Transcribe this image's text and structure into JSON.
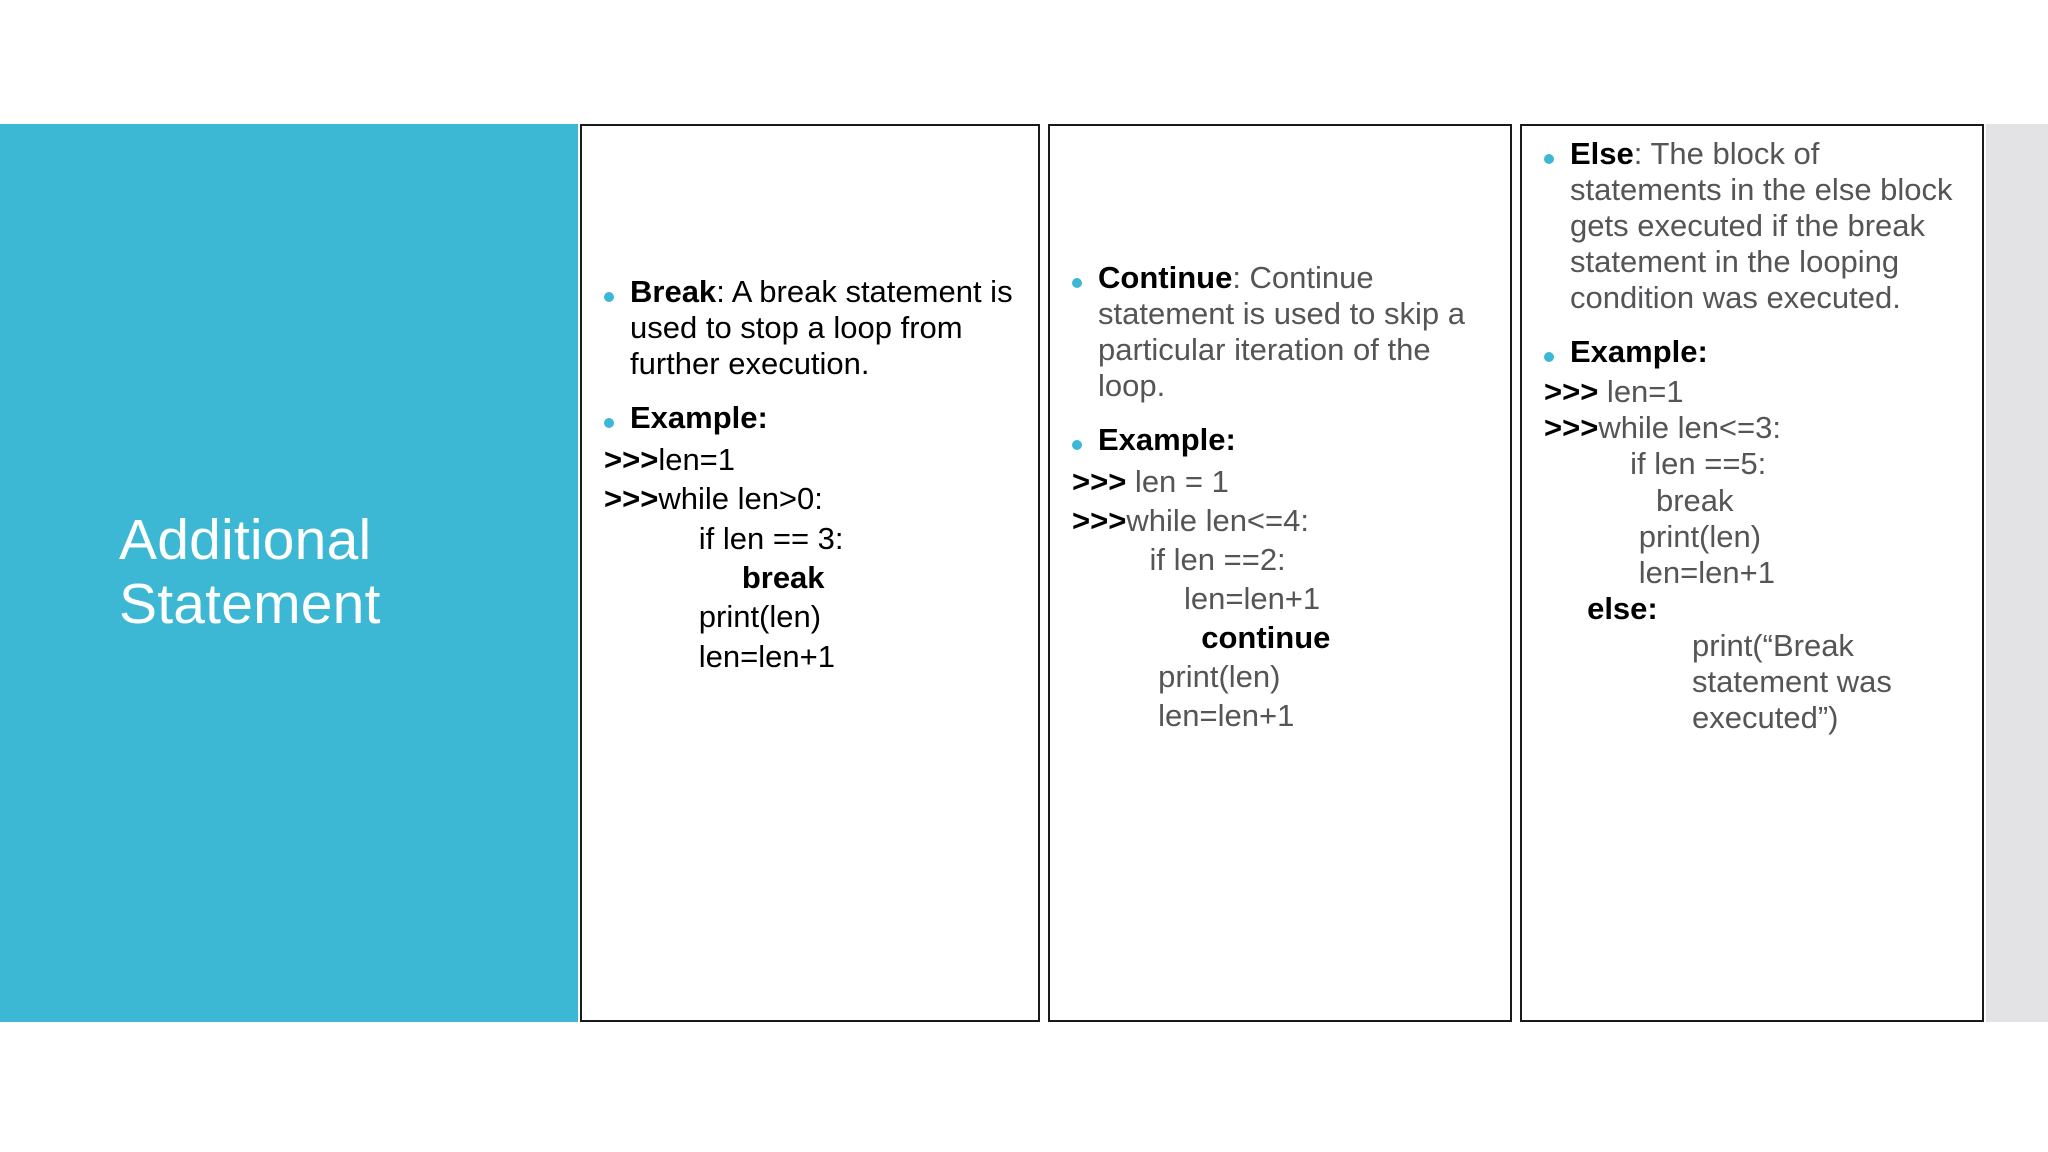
{
  "slide": {
    "title": "Additional\nStatement",
    "accent_color": "#3CB8D4",
    "panel_color": "#3CB8D4",
    "right_strip_color": "#E3E3E5",
    "body_gray": "#555557",
    "body_black": "#000000"
  },
  "columns": [
    {
      "id": "break",
      "bullets": [
        {
          "lead": "Break",
          "rest": ": A break statement is used to stop a loop from further execution."
        },
        {
          "lead": "Example:",
          "rest": ""
        }
      ],
      "code": [
        {
          "prompt": ">>>",
          "text": "len=1",
          "indent": 0
        },
        {
          "prompt": ">>>",
          "text": "while len>0:",
          "indent": 0
        },
        {
          "prompt": "",
          "text": "if len == 3:",
          "indent": 4
        },
        {
          "prompt": "",
          "text": "break",
          "indent": 6,
          "bold": true
        },
        {
          "prompt": "",
          "text": "print(len)",
          "indent": 4
        },
        {
          "prompt": "",
          "text": "len=len+1",
          "indent": 4
        }
      ]
    },
    {
      "id": "continue",
      "bullets": [
        {
          "lead": "Continue",
          "rest": ": Continue statement is used to skip a particular iteration of the loop."
        },
        {
          "lead": "Example:",
          "rest": ""
        }
      ],
      "code": [
        {
          "prompt": ">>>",
          "text": " len = 1",
          "indent": 0
        },
        {
          "prompt": ">>>",
          "text": "while len<=4:",
          "indent": 0
        },
        {
          "prompt": "",
          "text": "if len ==2:",
          "indent": 4
        },
        {
          "prompt": "",
          "text": "len=len+1",
          "indent": 6
        },
        {
          "prompt": "",
          "text": "continue",
          "indent": 7,
          "bold": true
        },
        {
          "prompt": "",
          "text": "print(len)",
          "indent": 4
        },
        {
          "prompt": "",
          "text": "len=len+1",
          "indent": 4
        }
      ]
    },
    {
      "id": "else",
      "bullets": [
        {
          "lead": "Else",
          "rest": ": The block of statements in the else block gets executed if the break statement in the looping condition was executed."
        },
        {
          "lead": "Example:",
          "rest": ""
        }
      ],
      "code": [
        {
          "prompt": ">>>",
          "text": " len=1",
          "indent": 0
        },
        {
          "prompt": ">>>",
          "text": "while len<=3:",
          "indent": 0
        },
        {
          "prompt": "",
          "text": "if len ==5:",
          "indent": 4
        },
        {
          "prompt": "",
          "text": "break",
          "indent": 6
        },
        {
          "prompt": "",
          "text": "print(len)",
          "indent": 5
        },
        {
          "prompt": "",
          "text": "len=len+1",
          "indent": 5
        },
        {
          "prompt": "",
          "text": "else:",
          "indent": 2,
          "bold": true
        },
        {
          "prompt": "",
          "text": "print(“Break statement was executed”)",
          "indent": 6,
          "wrap": true
        }
      ]
    }
  ]
}
